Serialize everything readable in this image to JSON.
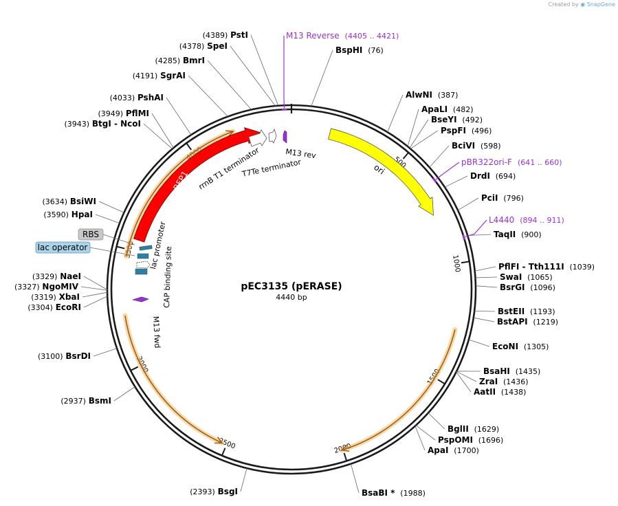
{
  "credit": {
    "prefix": "Created by",
    "brand": "SnapGene"
  },
  "plasmid": {
    "name": "pEC3135 (pERASE)",
    "size_label": "4440 bp",
    "length": 4440
  },
  "colors": {
    "backbone": "#1a1a1a",
    "enzyme_label": "#000000",
    "primer": "#9b30d0",
    "ori": "#ffff00",
    "mRFP1": "#ff0000",
    "orf_arrow": "#f0a640",
    "terminator": "#ffffff",
    "lac_operator_box": "#aad4e8",
    "rbs_box": "#c8c8c8",
    "site_marker": "#2e7fa0"
  },
  "ticks": [
    "500",
    "1000",
    "1500",
    "2000",
    "2500",
    "3000",
    "3500",
    "4000"
  ],
  "enzymes": [
    {
      "name": "BspHI",
      "pos": "(76)"
    },
    {
      "name": "AlwNI",
      "pos": "(387)"
    },
    {
      "name": "ApaLI",
      "pos": "(482)"
    },
    {
      "name": "BseYI",
      "pos": "(492)"
    },
    {
      "name": "PspFI",
      "pos": "(496)"
    },
    {
      "name": "BciVI",
      "pos": "(598)"
    },
    {
      "name": "DrdI",
      "pos": "(694)"
    },
    {
      "name": "PciI",
      "pos": "(796)"
    },
    {
      "name": "TaqII",
      "pos": "(900)"
    },
    {
      "name": "PflFI  -  Tth111I",
      "pos": "(1039)"
    },
    {
      "name": "SwaI",
      "pos": "(1065)"
    },
    {
      "name": "BsrGI",
      "pos": "(1096)"
    },
    {
      "name": "BstEII",
      "pos": "(1193)"
    },
    {
      "name": "BstAPI",
      "pos": "(1219)"
    },
    {
      "name": "EcoNI",
      "pos": "(1305)"
    },
    {
      "name": "BsaHI",
      "pos": "(1435)"
    },
    {
      "name": "ZraI",
      "pos": "(1436)"
    },
    {
      "name": "AatII",
      "pos": "(1438)"
    },
    {
      "name": "BglII",
      "pos": "(1629)"
    },
    {
      "name": "PspOMI",
      "pos": "(1696)"
    },
    {
      "name": "ApaI",
      "pos": "(1700)"
    },
    {
      "name": "BsaBI *",
      "pos": "(1988)"
    },
    {
      "name": "BsgI",
      "pos": "(2393)"
    },
    {
      "name": "BsmI",
      "pos": "(2937)"
    },
    {
      "name": "BsrDI",
      "pos": "(3100)"
    },
    {
      "name": "EcoRI",
      "pos": "(3304)"
    },
    {
      "name": "XbaI",
      "pos": "(3319)"
    },
    {
      "name": "NgoMIV",
      "pos": "(3327)"
    },
    {
      "name": "NaeI",
      "pos": "(3329)"
    },
    {
      "name": "HpaI",
      "pos": "(3590)"
    },
    {
      "name": "BsiWI",
      "pos": "(3634)"
    },
    {
      "name": "BtgI  -  NcoI",
      "pos": "(3943)"
    },
    {
      "name": "PflMI",
      "pos": "(3949)"
    },
    {
      "name": "PshAI",
      "pos": "(4033)"
    },
    {
      "name": "SgrAI",
      "pos": "(4191)"
    },
    {
      "name": "BmrI",
      "pos": "(4285)"
    },
    {
      "name": "SpeI",
      "pos": "(4378)"
    },
    {
      "name": "PstI",
      "pos": "(4389)"
    }
  ],
  "primers_outer": [
    {
      "name": "M13 Reverse",
      "range": "(4405 .. 4421)"
    },
    {
      "name": "pBR322ori-F",
      "range": "(641 .. 660)"
    },
    {
      "name": "L4440",
      "range": "(894 .. 911)"
    }
  ],
  "boxed_labels": [
    {
      "name": "RBS"
    },
    {
      "name": "lac operator"
    }
  ],
  "features": [
    {
      "name": "ori"
    },
    {
      "name": "mRFP1"
    },
    {
      "name": "rrnB T1 terminator"
    },
    {
      "name": "T7Te terminator"
    },
    {
      "name": "M13 rev"
    },
    {
      "name": "lac promoter"
    },
    {
      "name": "CAP binding site"
    },
    {
      "name": "M13 fwd"
    }
  ]
}
